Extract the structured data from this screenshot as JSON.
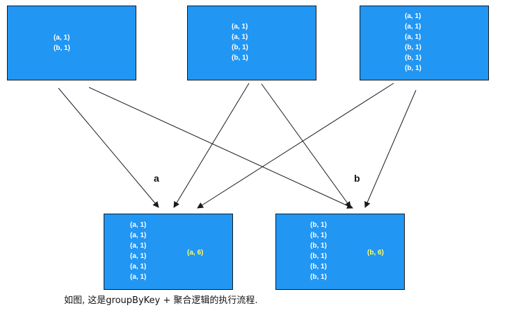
{
  "map_partitions": [
    {
      "records": [
        "(a, 1)",
        "(b, 1)"
      ]
    },
    {
      "records": [
        "(a, 1)",
        "(a, 1)",
        "(b, 1)",
        "(b, 1)"
      ]
    },
    {
      "records": [
        "(a, 1)",
        "(a, 1)",
        "(a, 1)",
        "(b, 1)",
        "(b, 1)",
        "(b, 1)"
      ]
    }
  ],
  "reduce_partitions": [
    {
      "key_label": "a",
      "records": [
        "(a, 1)",
        "(a, 1)",
        "(a, 1)",
        "(a, 1)",
        "(a, 1)",
        "(a, 1)"
      ],
      "result": "(a, 6)"
    },
    {
      "key_label": "b",
      "records": [
        "(b, 1)",
        "(b, 1)",
        "(b, 1)",
        "(b, 1)",
        "(b, 1)",
        "(b, 1)"
      ],
      "result": "(b, 6)"
    }
  ],
  "colors": {
    "box_fill": "#2196f3",
    "record_text": "#ffffff",
    "result_text": "#ffff66",
    "shuffle_arrow": "#1a1a1a",
    "aggregate_arrow": "#e53935"
  },
  "caption": "如图, 这是groupByKey + 聚合逻辑的执行流程."
}
